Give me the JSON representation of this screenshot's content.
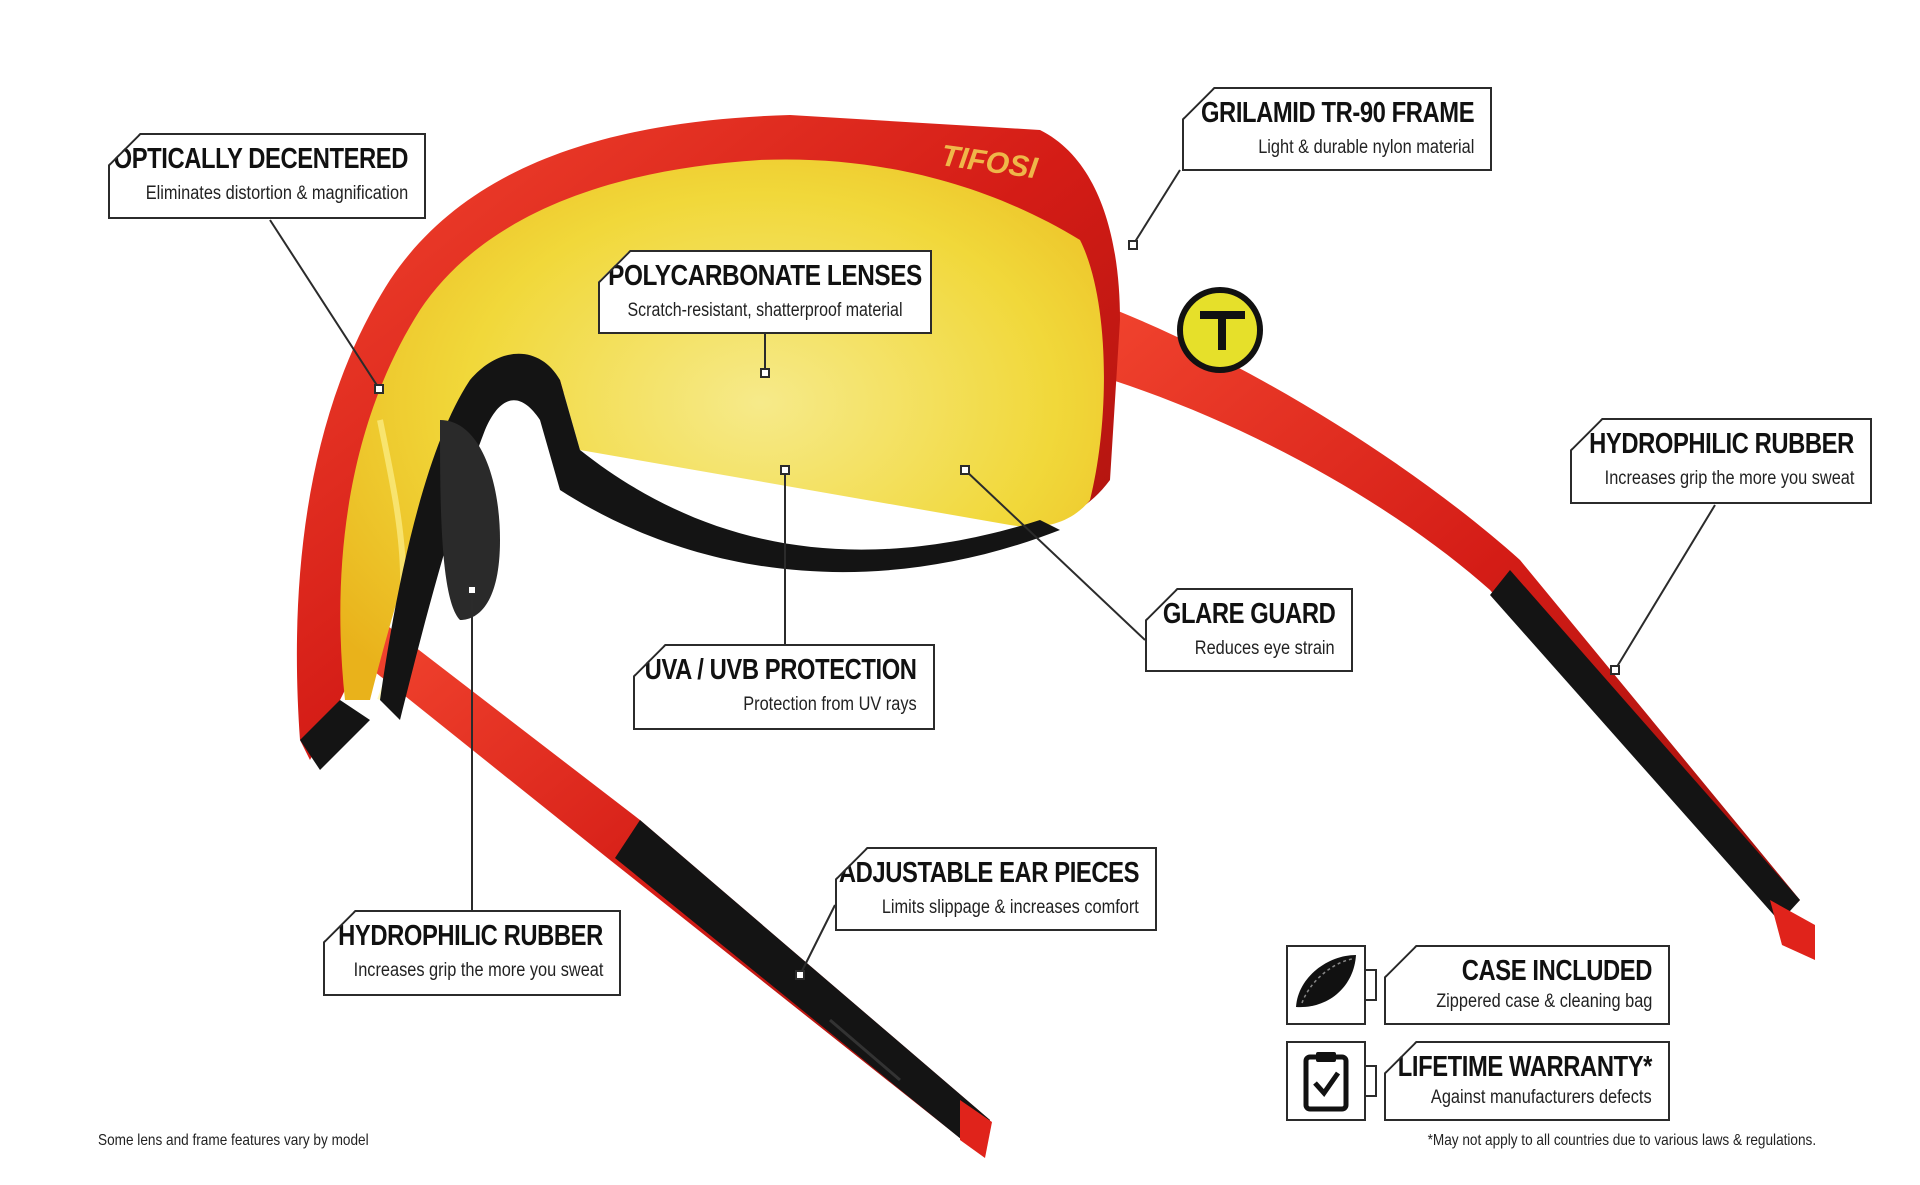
{
  "callouts": {
    "optically_decentered": {
      "title": "OPTICALLY DECENTERED",
      "subtitle": "Eliminates distortion & magnification"
    },
    "polycarbonate_lenses": {
      "title": "POLYCARBONATE LENSES",
      "subtitle": "Scratch-resistant, shatterproof material"
    },
    "grilamid_frame": {
      "title": "GRILAMID TR-90 FRAME",
      "subtitle": "Light & durable nylon material"
    },
    "hydrophilic_rubber_right": {
      "title": "HYDROPHILIC RUBBER",
      "subtitle": "Increases grip the more you sweat"
    },
    "glare_guard": {
      "title": "GLARE GUARD",
      "subtitle": "Reduces eye strain"
    },
    "uva_uvb_protection": {
      "title": "UVA / UVB PROTECTION",
      "subtitle": "Protection from UV rays"
    },
    "adjustable_ear_pieces": {
      "title": "ADJUSTABLE EAR PIECES",
      "subtitle": "Limits slippage & increases comfort"
    },
    "hydrophilic_rubber_left": {
      "title": "HYDROPHILIC RUBBER",
      "subtitle": "Increases grip the more you sweat"
    }
  },
  "extras": {
    "case_included": {
      "title": "CASE INCLUDED",
      "subtitle": "Zippered case & cleaning bag",
      "icon": "case-icon"
    },
    "lifetime_warranty": {
      "title": "LIFETIME WARRANTY*",
      "subtitle": "Against manufacturers defects",
      "icon": "clipboard-check-icon"
    }
  },
  "brand": {
    "logo_text": "TIFOSI"
  },
  "footnotes": {
    "left": "Some lens and frame features vary by model",
    "right": "*May not apply to all countries due to various laws & regulations."
  },
  "colors": {
    "frame_red": "#e0231b",
    "lens_yellow": "#f3e25a",
    "rubber_black": "#141414",
    "border": "#2b2b2b"
  }
}
